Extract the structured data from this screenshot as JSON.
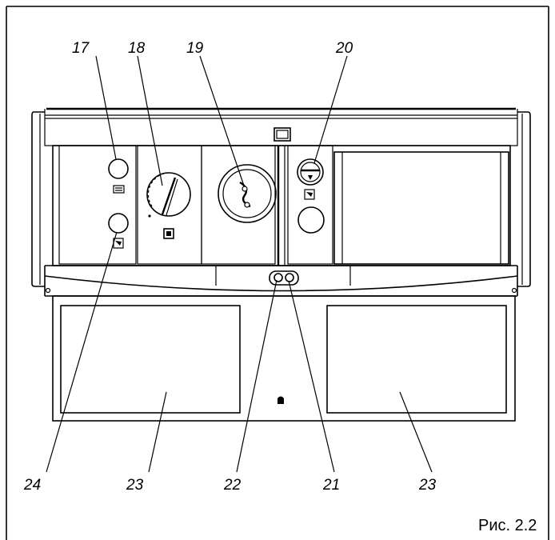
{
  "figure": {
    "caption": "Рис. 2.2"
  },
  "callouts": [
    {
      "id": "c17",
      "text": "17"
    },
    {
      "id": "c18",
      "text": "18"
    },
    {
      "id": "c19",
      "text": "19"
    },
    {
      "id": "c20",
      "text": "20"
    },
    {
      "id": "c21",
      "text": "21"
    },
    {
      "id": "c22",
      "text": "22"
    },
    {
      "id": "c23a",
      "text": "23"
    },
    {
      "id": "c23b",
      "text": "23"
    },
    {
      "id": "c24",
      "text": "24"
    }
  ]
}
